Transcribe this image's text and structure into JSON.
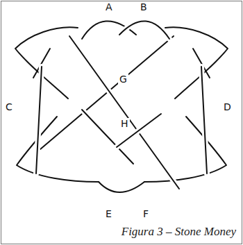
{
  "diagram": {
    "caption": "Figura 3 – Stone Money",
    "labels": [
      "A",
      "B",
      "G",
      "C",
      "D",
      "H",
      "E",
      "F"
    ]
  }
}
